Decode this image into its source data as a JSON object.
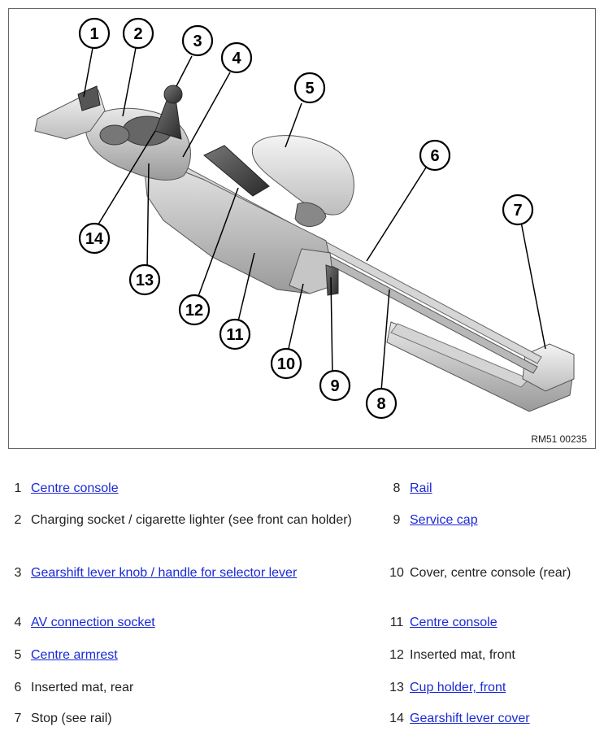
{
  "figure": {
    "reference_code": "RM51 00235",
    "callout_numbers": [
      "1",
      "2",
      "3",
      "4",
      "5",
      "6",
      "7",
      "8",
      "9",
      "10",
      "11",
      "12",
      "13",
      "14"
    ]
  },
  "legend": [
    {
      "num": "1",
      "text": "Centre console",
      "link": true
    },
    {
      "num": "2",
      "text": "Charging socket / cigarette lighter (see front can holder)",
      "link": false
    },
    {
      "num": "3",
      "text": "Gearshift lever knob / handle for selector lever",
      "link": true
    },
    {
      "num": "4",
      "text": "AV connection socket",
      "link": true
    },
    {
      "num": "5",
      "text": "Centre armrest",
      "link": true
    },
    {
      "num": "6",
      "text": "Inserted mat, rear",
      "link": false
    },
    {
      "num": "7",
      "text": "Stop (see rail)",
      "link": false
    },
    {
      "num": "8",
      "text": "Rail",
      "link": true
    },
    {
      "num": "9",
      "text": "Service cap",
      "link": true
    },
    {
      "num": "10",
      "text": "Cover, centre console (rear)",
      "link": false
    },
    {
      "num": "11",
      "text": "Centre console",
      "link": true
    },
    {
      "num": "12",
      "text": "Inserted mat, front",
      "link": false
    },
    {
      "num": "13",
      "text": "Cup holder, front",
      "link": true
    },
    {
      "num": "14",
      "text": "Gearshift lever cover",
      "link": true
    }
  ]
}
